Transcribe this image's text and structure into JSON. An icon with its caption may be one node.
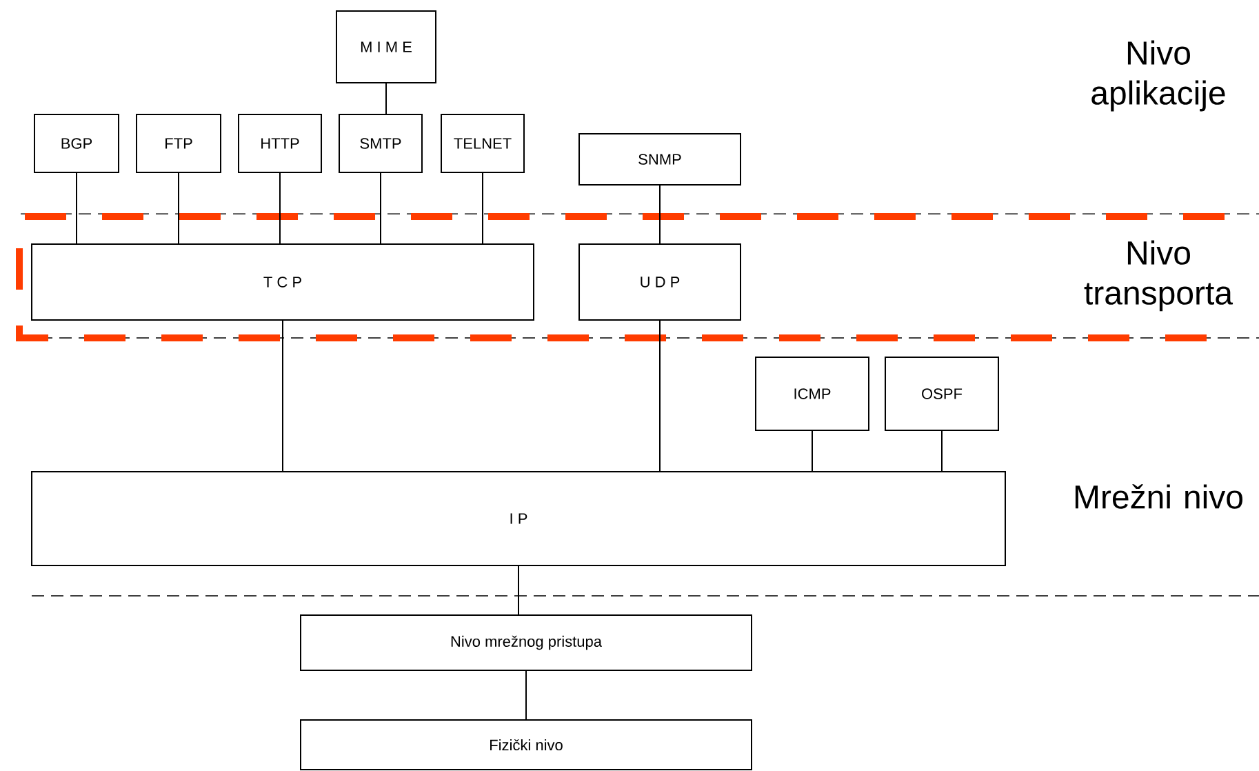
{
  "diagram": {
    "nodes": [
      {
        "text": [
          "M I M E"
        ]
      },
      {
        "text": [
          "BGP"
        ]
      },
      {
        "text": [
          "FTP"
        ]
      },
      {
        "text": [
          "HTTP"
        ]
      },
      {
        "text": [
          "SMTP"
        ]
      },
      {
        "text": [
          "TELNET"
        ]
      },
      {
        "text": [
          "SNMP"
        ]
      },
      {
        "text": [
          "T C P"
        ]
      },
      {
        "text": [
          "U D P"
        ]
      },
      {
        "text": [
          "ICMP"
        ]
      },
      {
        "text": [
          "OSPF"
        ]
      },
      {
        "text": [
          "I P"
        ]
      },
      {
        "text": [
          "Nivo mrežnog pristupa"
        ]
      },
      {
        "text": [
          "Fizički nivo"
        ]
      }
    ],
    "edges": [
      {
        "from": 0,
        "to": 4,
        "arrow": "none"
      },
      {
        "from": 1,
        "to": 7,
        "arrow": "none"
      },
      {
        "from": 2,
        "to": 7,
        "arrow": "none"
      },
      {
        "from": 3,
        "to": 7,
        "arrow": "none"
      },
      {
        "from": 4,
        "to": 7,
        "arrow": "none"
      },
      {
        "from": 5,
        "to": 7,
        "arrow": "none"
      },
      {
        "from": 6,
        "to": 8,
        "arrow": "none"
      },
      {
        "from": 7,
        "to": 11,
        "arrow": "none"
      },
      {
        "from": 8,
        "to": 11,
        "arrow": "none"
      },
      {
        "from": 9,
        "to": 11,
        "arrow": "none"
      },
      {
        "from": 10,
        "to": 11,
        "arrow": "none"
      },
      {
        "from": 11,
        "to": 12,
        "arrow": "none"
      },
      {
        "from": 12,
        "to": 13,
        "arrow": "none"
      }
    ],
    "labels": [
      "Nivo aplikacije",
      "Nivo transporta",
      "Mrežni nivo"
    ]
  }
}
